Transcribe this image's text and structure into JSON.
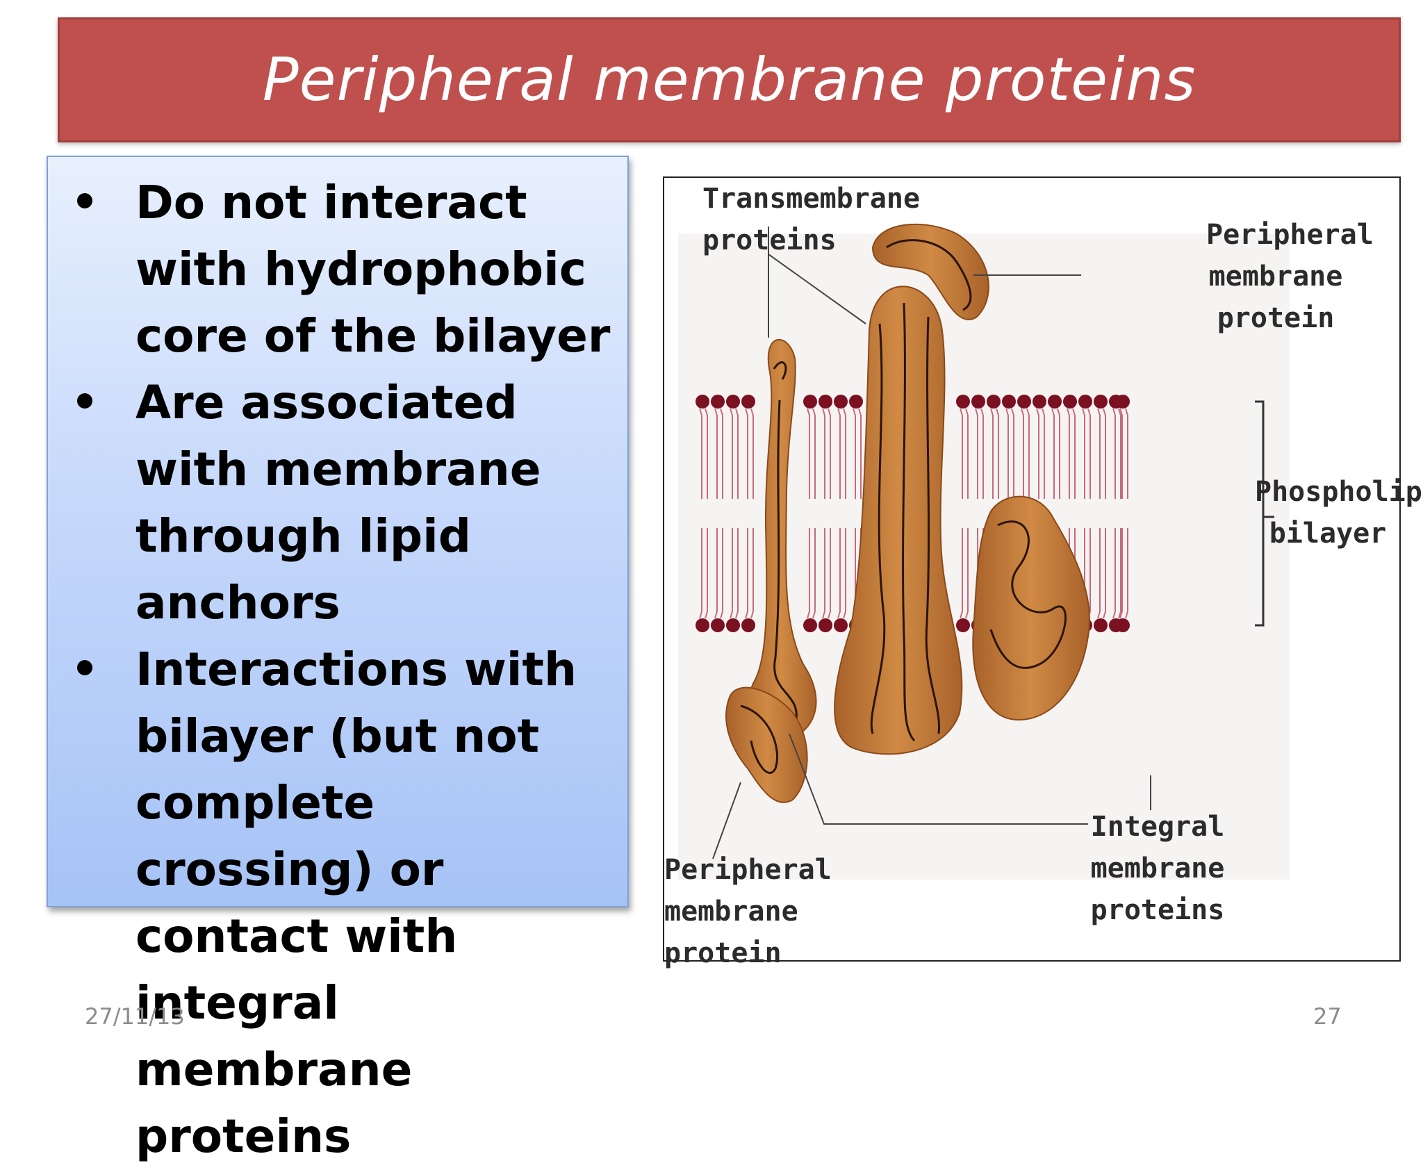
{
  "slide": {
    "title": "Peripheral membrane proteins",
    "bullets": [
      "Do not interact with hydrophobic core of the bilayer",
      "Are associated with membrane through lipid anchors",
      "Interactions with bilayer (but not complete crossing) or contact with integral membrane proteins"
    ],
    "footer_date": "27/11/13",
    "footer_page": "27"
  },
  "figure": {
    "labels": {
      "transmembrane": "Transmembrane proteins",
      "peripheral_top": "Peripheral membrane protein",
      "phospholipid": "Phospholipid bilayer",
      "peripheral_bottom": "Peripheral membrane protein",
      "integral": "Integral membrane proteins"
    }
  },
  "colors": {
    "title_bar": "#c0504d",
    "protein": "#c27a38",
    "lipid_head": "#7a1020"
  }
}
